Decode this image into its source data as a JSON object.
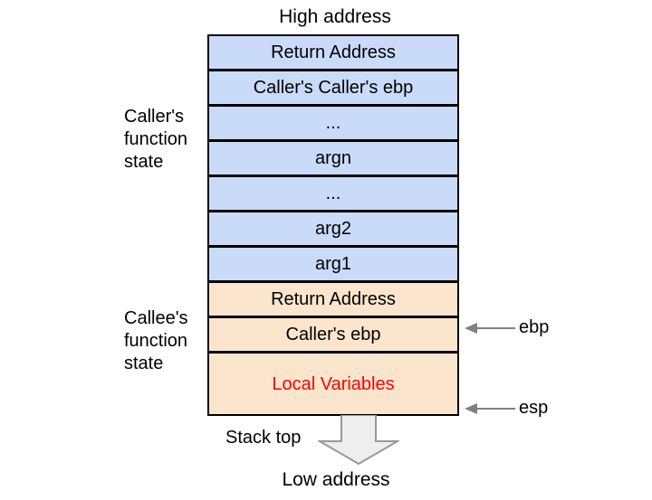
{
  "diagram": {
    "title_top": "High address",
    "title_bottom": "Low address",
    "stack_top_label": "Stack top",
    "colors": {
      "caller_frame_fill": "#c9dbf8",
      "callee_frame_fill": "#fce5cd",
      "border": "#000000",
      "local_variables_text": "#ff0000",
      "arrow_stroke": "#808080",
      "growth_arrow_fill": "#eeeeee"
    },
    "groups": [
      {
        "id": "caller",
        "label": "Caller's\nfunction\nstate"
      },
      {
        "id": "callee",
        "label": "Callee's\nfunction\nstate"
      }
    ],
    "rows": [
      {
        "label": "Return Address",
        "group": "caller",
        "fill": "blue"
      },
      {
        "label": "Caller's Caller's ebp",
        "group": "caller",
        "fill": "blue"
      },
      {
        "label": "...",
        "group": "caller",
        "fill": "blue"
      },
      {
        "label": "argn",
        "group": "caller",
        "fill": "blue"
      },
      {
        "label": "...",
        "group": "caller",
        "fill": "blue"
      },
      {
        "label": "arg2",
        "group": "caller",
        "fill": "blue"
      },
      {
        "label": "arg1",
        "group": "caller",
        "fill": "blue"
      },
      {
        "label": "Return Address",
        "group": "callee",
        "fill": "peach"
      },
      {
        "label": "Caller's ebp",
        "group": "callee",
        "fill": "peach"
      },
      {
        "label": "Local Variables",
        "group": "callee",
        "fill": "peach",
        "text_color": "red"
      }
    ],
    "register_pointers": [
      {
        "name": "ebp",
        "points_to_row": "Caller's ebp"
      },
      {
        "name": "esp",
        "points_to_row": "Local Variables"
      }
    ]
  }
}
